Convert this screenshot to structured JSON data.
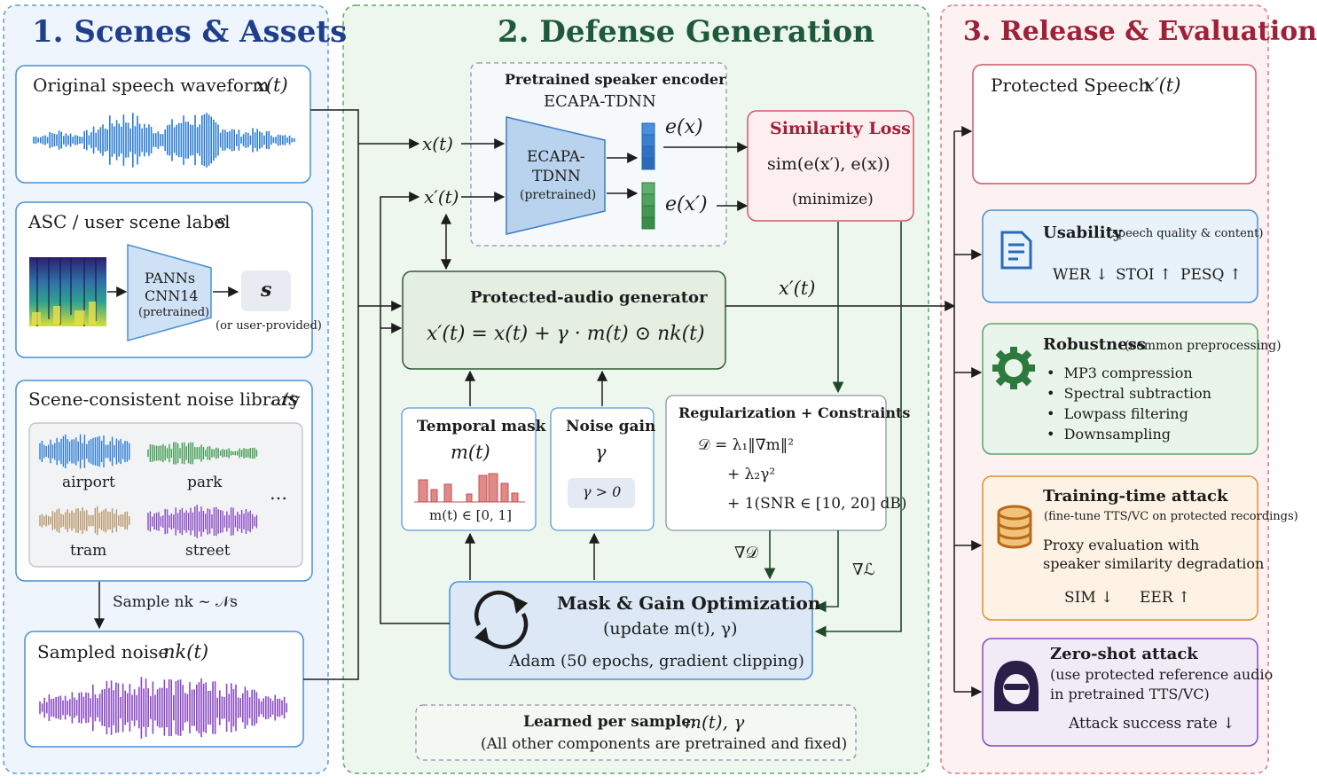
{
  "colors": {
    "blue": "#2a7bd4",
    "green": "#3d9a4f",
    "purple": "#8848c4",
    "red": "#c2334a",
    "orange": "#e0912e",
    "dark": "#1c2a3a"
  },
  "panel1": {
    "title": "1. Scenes & Assets",
    "waveform_label": "Original speech waveform",
    "waveform_sym": "x(t)",
    "asc_label": "ASC / user scene label",
    "asc_sym": "s",
    "panns_line1": "PANNs",
    "panns_line2": "CNN14",
    "panns_line3": "(pretrained)",
    "s_box": "s",
    "user_provided": "(or user-provided)",
    "noise_lib_label": "Scene-consistent noise library",
    "noise_lib_sym": "𝒩s",
    "noise_items": [
      "airport",
      "park",
      "tram",
      "street"
    ],
    "ellipsis": "…",
    "sample_label": "Sample  nk ~ 𝒩s",
    "sampled_label": "Sampled noise",
    "sampled_sym": "nk(t)"
  },
  "panel2": {
    "title": "2. Defense Generation",
    "encoder_title": "Pretrained speaker encoder",
    "encoder_sub": "ECAPA-TDNN",
    "ecapa_line1": "ECAPA-",
    "ecapa_line2": "TDNN",
    "ecapa_line3": "(pretrained)",
    "in_x": "x(t)",
    "in_xp": "x′(t)",
    "ex": "e(x)",
    "exp": "e(x′)",
    "sim_title": "Similarity Loss",
    "sim_formula": "sim(e(x′), e(x))",
    "sim_min": "(minimize)",
    "gen_title": "Protected-audio generator",
    "gen_formula": "x′(t) = x(t) + γ · m(t) ⊙ nk(t)",
    "gen_out": "x′(t)",
    "mask_title": "Temporal mask",
    "mask_sym": "m(t)",
    "mask_range": "m(t) ∈ [0, 1]",
    "gain_title": "Noise gain",
    "gain_sym": "γ",
    "gain_cond": "γ > 0",
    "reg_title": "Regularization + Constraints",
    "reg_l1": "𝒟 = λ₁‖∇m‖²",
    "reg_l2": "+ λ₂γ²",
    "reg_l3": "+ 1(SNR ∈ [10, 20] dB)",
    "grad_d": "∇𝒟",
    "grad_l": "∇ℒ",
    "opt_title": "Mask & Gain Optimization",
    "opt_sub": "(update m(t), γ)",
    "opt_detail": "Adam (50 epochs, gradient clipping)",
    "learned_title": "Learned per sample:",
    "learned_sym": "m(t), γ",
    "learned_note": "(All other components are pretrained and fixed)"
  },
  "panel3": {
    "title": "3. Release & Evaluation",
    "protected_label": "Protected Speech",
    "protected_sym": "x′(t)",
    "usability_title": "Usability",
    "usability_sub": "(speech quality & content)",
    "usability_metrics": [
      "WER ↓",
      "STOI ↑",
      "PESQ ↑"
    ],
    "robust_title": "Robustness",
    "robust_sub": "(common preprocessing)",
    "robust_items": [
      "MP3 compression",
      "Spectral subtraction",
      "Lowpass filtering",
      "Downsampling"
    ],
    "train_title": "Training-time attack",
    "train_sub": "(fine-tune TTS/VC on protected recordings)",
    "train_l1": "Proxy evaluation with",
    "train_l2": "speaker similarity degradation",
    "train_metrics": [
      "SIM ↓",
      "EER ↑"
    ],
    "zero_title": "Zero-shot attack",
    "zero_l1": "(use protected reference audio",
    "zero_l2": "in pretrained TTS/VC)",
    "zero_metric": "Attack success rate ↓"
  }
}
